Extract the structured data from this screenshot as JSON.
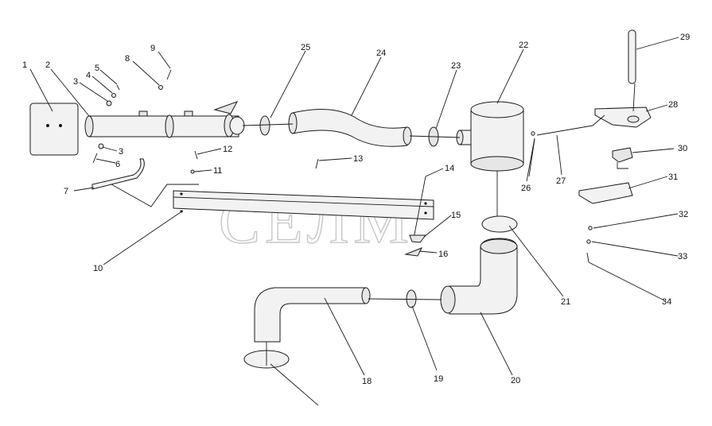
{
  "watermark": "СЕЛМ",
  "callouts": [
    "1",
    "2",
    "3",
    "4",
    "5",
    "8",
    "9",
    "25",
    "24",
    "23",
    "22",
    "29",
    "28",
    "3",
    "6",
    "7",
    "12",
    "11",
    "13",
    "10",
    "14",
    "15",
    "16",
    "26",
    "27",
    "30",
    "31",
    "32",
    "33",
    "34",
    "21",
    "18",
    "19",
    "20"
  ]
}
